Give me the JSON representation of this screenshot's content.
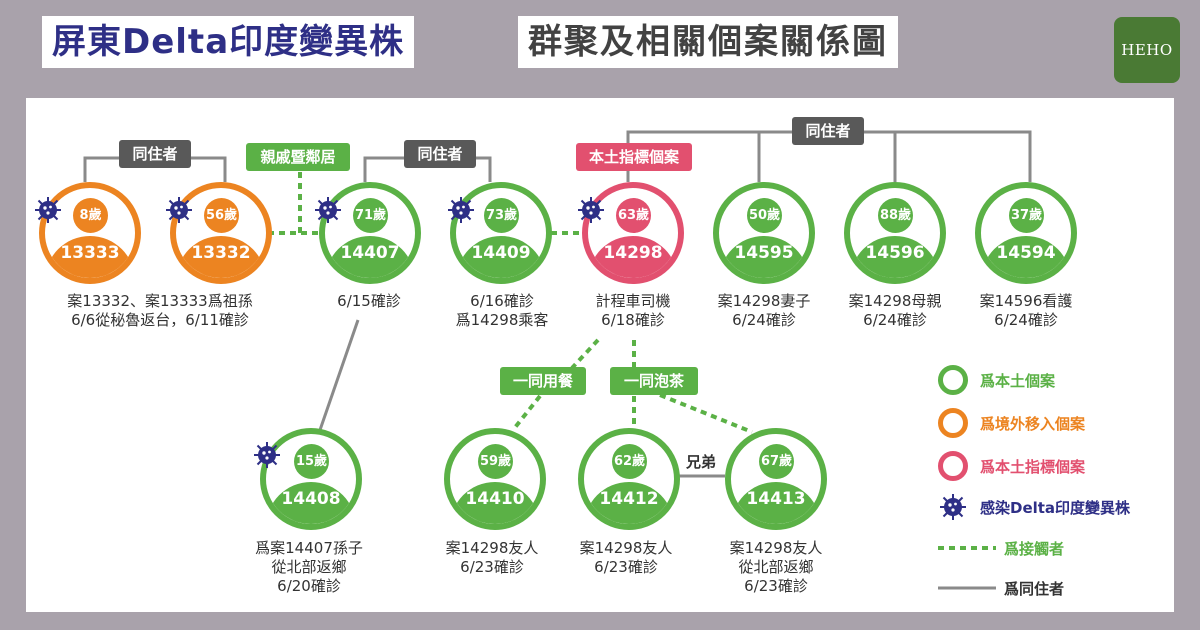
{
  "header": {
    "title_main": "屏東Delta印度變異株",
    "title_sub": "群聚及相關個案關係圖",
    "logo": "HEHO"
  },
  "colors": {
    "local": "#5bb146",
    "imported": "#ec8421",
    "index": "#e2506f",
    "virus": "#2e2f86",
    "cohabit_line": "#8a8a8a"
  },
  "tags": {
    "cohabit_1": "同住者",
    "relatives": "親戚暨鄰居",
    "cohabit_2": "同住者",
    "index_case": "本土指標個案",
    "cohabit_3": "同住者",
    "meal": "一同用餐",
    "tea": "一同泡茶",
    "brothers": "兄弟"
  },
  "cases": [
    {
      "id": "13333",
      "age": "8歲",
      "type": "imported",
      "virus": true
    },
    {
      "id": "13332",
      "age": "56歲",
      "type": "imported",
      "virus": true
    },
    {
      "id": "14407",
      "age": "71歲",
      "type": "local",
      "virus": true
    },
    {
      "id": "14409",
      "age": "73歲",
      "type": "local",
      "virus": true
    },
    {
      "id": "14298",
      "age": "63歲",
      "type": "index",
      "virus": true
    },
    {
      "id": "14595",
      "age": "50歲",
      "type": "local",
      "virus": false
    },
    {
      "id": "14596",
      "age": "88歲",
      "type": "local",
      "virus": false
    },
    {
      "id": "14594",
      "age": "37歲",
      "type": "local",
      "virus": false
    },
    {
      "id": "14408",
      "age": "15歲",
      "type": "local",
      "virus": true
    },
    {
      "id": "14410",
      "age": "59歲",
      "type": "local",
      "virus": false
    },
    {
      "id": "14412",
      "age": "62歲",
      "type": "local",
      "virus": false
    },
    {
      "id": "14413",
      "age": "67歲",
      "type": "local",
      "virus": false
    }
  ],
  "captions": {
    "c13332": [
      "案13332、案13333爲祖孫",
      "6/6從秘魯返台，6/11確診"
    ],
    "c14407": [
      "6/15確診"
    ],
    "c14409": [
      "6/16確診",
      "爲14298乘客"
    ],
    "c14298": [
      "計程車司機",
      "6/18確診"
    ],
    "c14595": [
      "案14298妻子",
      "6/24確診"
    ],
    "c14596": [
      "案14298母親",
      "6/24確診"
    ],
    "c14594": [
      "案14596看護",
      "6/24確診"
    ],
    "c14408": [
      "爲案14407孫子",
      "從北部返鄉",
      "6/20確診"
    ],
    "c14410": [
      "案14298友人",
      "6/23確診"
    ],
    "c14412": [
      "案14298友人",
      "6/23確診"
    ],
    "c14413": [
      "案14298友人",
      "從北部返鄉",
      "6/23確診"
    ]
  },
  "legend": [
    {
      "label": "爲本土個案",
      "symbol": "green-circle",
      "color": "#5bb146"
    },
    {
      "label": "爲境外移入個案",
      "symbol": "orange-circle",
      "color": "#ec8421"
    },
    {
      "label": "爲本土指標個案",
      "symbol": "pink-circle",
      "color": "#e2506f"
    },
    {
      "label": "感染Delta印度變異株",
      "symbol": "virus-icon",
      "color": "#2e2f86"
    },
    {
      "label": "爲接觸者",
      "symbol": "dotted-line",
      "color": "#5bb146"
    },
    {
      "label": "爲同住者",
      "symbol": "solid-line",
      "color": "#8a8a8a"
    }
  ]
}
